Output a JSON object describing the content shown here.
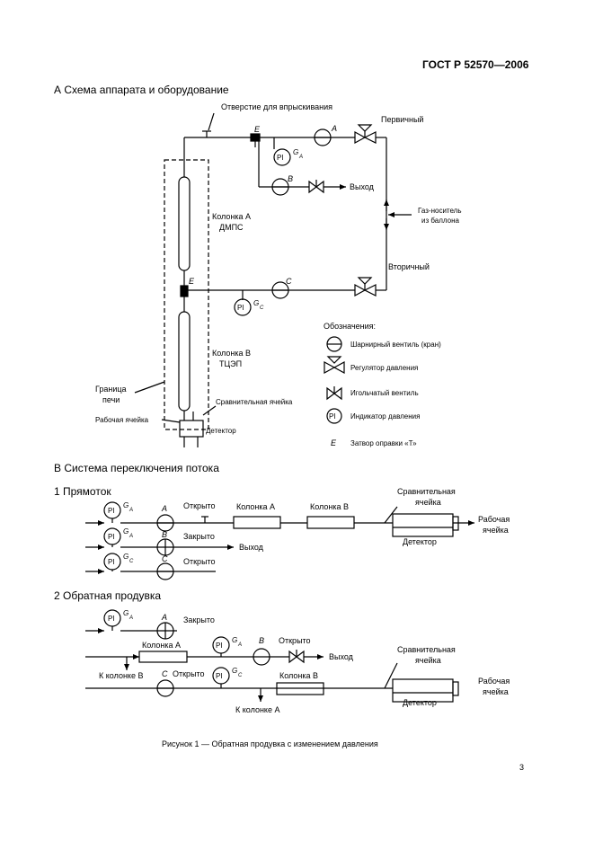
{
  "header": {
    "standard": "ГОСТ Р 52570—2006"
  },
  "sections": {
    "a_title": "А Схема аппарата и оборудование",
    "b_title": "В Система переключения потока",
    "b1_title": "1 Прямоток",
    "b2_title": "2 Обратная продувка"
  },
  "diagram_a": {
    "inlet": "Отверстие для впрыскивания",
    "primary": "Первичный",
    "secondary": "Вторичный",
    "exit": "Выход",
    "carrier_line1": "Газ-носитель",
    "carrier_line2": "из баллона",
    "col_a_line1": "Колонка А",
    "col_a_line2": "ДМПС",
    "col_b_line1": "Колонка В",
    "col_b_line2": "ТЦЭП",
    "oven_line1": "Граница",
    "oven_line2": "печи",
    "ref_cell": "Сравнительная ячейка",
    "work_cell": "Рабочая ячейка",
    "detector": "Детектор",
    "pi": "PI",
    "ga": "G",
    "ga_sub": "A",
    "gc": "G",
    "gc_sub": "C",
    "valve_a": "A",
    "valve_b": "B",
    "valve_c": "C",
    "tee": "E"
  },
  "legend": {
    "title": "Обозначения:",
    "ball_valve": "Шарнирный вентиль (кран)",
    "regulator": "Регулятор давления",
    "needle_valve": "Игольчатый вентиль",
    "pressure_indicator": "Индикатор давления",
    "tee_nut": "Затвор оправки «Т»",
    "e_symbol": "E",
    "pi_symbol": "PI"
  },
  "diagram_b1": {
    "open": "Открыто",
    "closed": "Закрыто",
    "col_a": "Колонка А",
    "col_b": "Колонка В",
    "ref_line1": "Сравнительная",
    "ref_line2": "ячейка",
    "work_line1": "Рабочая",
    "work_line2": "ячейка",
    "detector": "Детектор",
    "exit": "Выход",
    "open2": "Открыто"
  },
  "diagram_b2": {
    "closed": "Закрыто",
    "col_a": "Колонка А",
    "col_b": "Колонка В",
    "open": "Открыто",
    "exit": "Выход",
    "to_col_b": "К колонке В",
    "open_c": "Открыто",
    "to_col_a": "К колонке А",
    "ref_line1": "Сравнительная",
    "ref_line2": "ячейка",
    "work_line1": "Рабочая",
    "work_line2": "ячейка",
    "detector": "Детектор"
  },
  "caption": "Рисунок 1 — Обратная продувка с изменением давления",
  "page_number": "3"
}
